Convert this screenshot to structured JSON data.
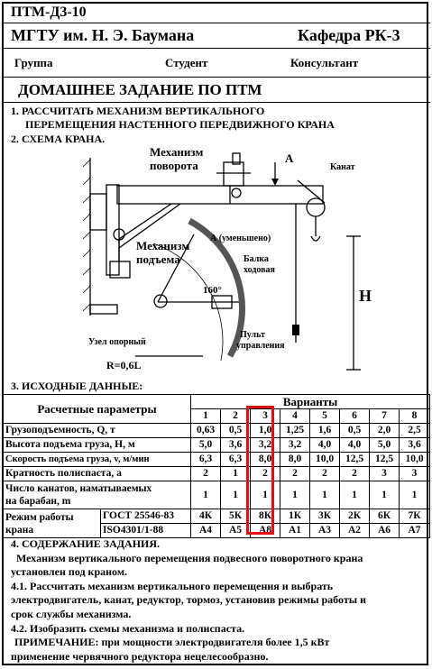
{
  "header": {
    "code": "ПТМ-Д3-10",
    "university": "МГТУ им. Н. Э. Баумана",
    "department": "Кафедра РК-3",
    "group_label": "Группа",
    "student_label": "Студент",
    "consultant_label": "Консультант",
    "title": "ДОМАШНЕЕ ЗАДАНИЕ ПО ПТМ"
  },
  "tasks": {
    "t1_line1": "1. РАССЧИТАТЬ МЕХАНИЗМ ВЕРТИКАЛЬНОГО",
    "t1_line2": "ПЕРЕМЕЩЕНИЯ НАСТЕННОГО   ПЕРЕДВИЖНОГО КРАНА",
    "t2": "2. СХЕМА КРАНА.",
    "t3": "3. ИСХОДНЫЕ ДАННЫЕ:"
  },
  "scheme": {
    "rotation_mech_1": "Механизм",
    "rotation_mech_2": "поворота",
    "lift_mech_1": "Механизм",
    "lift_mech_2": "подъема",
    "view_a": "А",
    "view_a_scaled": "А (уменьшено)",
    "rope": "Канат",
    "beam_1": "Балка",
    "beam_2": "ходовая",
    "angle": "160°",
    "support": "Узел опорный",
    "remote_1": "Пульт",
    "remote_2": "управления",
    "radius": "R=0,6L",
    "height": "H"
  },
  "table": {
    "params_header": "Расчетные параметры",
    "variants_header": "Варианты",
    "variants": [
      "1",
      "2",
      "3",
      "4",
      "5",
      "6",
      "7",
      "8"
    ],
    "rows": [
      {
        "label": "Грузоподъемность, Q, т",
        "values": [
          "0,63",
          "0,5",
          "1,0",
          "1,25",
          "1,6",
          "0,5",
          "2,0",
          "2,5"
        ]
      },
      {
        "label": "Высота подъема груза, H, м",
        "values": [
          "5,0",
          "3,6",
          "3,2",
          "3,2",
          "4,0",
          "4,0",
          "5,0",
          "3,6"
        ]
      },
      {
        "label": "Скорость подъема груза, v, м/мин",
        "values": [
          "6,3",
          "6,3",
          "8,0",
          "8,0",
          "10,0",
          "12,5",
          "12,5",
          "10,0"
        ]
      },
      {
        "label": "Кратность полиспаста, a",
        "values": [
          "2",
          "1",
          "2",
          "2",
          "2",
          "2",
          "3",
          "3"
        ]
      }
    ],
    "ropes_label_1": "Число канатов, наматываемых",
    "ropes_label_2": "на  барабан, m",
    "ropes_values": [
      "1",
      "1",
      "1",
      "1",
      "1",
      "1",
      "1",
      "1"
    ],
    "mode_label_1": "Режим работы",
    "mode_label_2": "крана",
    "gost_label": "ГОСТ 25546-83",
    "gost_values": [
      "4К",
      "5К",
      "8К",
      "1К",
      "3К",
      "2К",
      "6К",
      "7К"
    ],
    "iso_label": "ISO4301/1-88",
    "iso_values": [
      "А4",
      "А5",
      "А8",
      "А1",
      "А3",
      "А2",
      "А6",
      "А7"
    ]
  },
  "content": {
    "s4_title": "4. СОДЕРЖАНИЕ ЗАДАНИЯ.",
    "s4_l1": "Механизм вертикального перемещения подвесного поворотного крана",
    "s4_l2": "установлен  под краном.",
    "s41_l1": "4.1. Рассчитать механизм вертикального перемещения и выбрать",
    "s41_l2": "электродвигатель, канат, редуктор, тормоз, установив режимы работы и",
    "s41_l3": "срок службы механизма.",
    "s42": "4.2. Изобразить схемы механизма и полиспаста.",
    "note_l1": "ПРИМЕЧАНИЕ:   при мощности электродвигателя более 1,5 кВт",
    "note_l2": "применение червячного редуктора нецелесообразно."
  },
  "colors": {
    "highlight": "#e01010"
  }
}
